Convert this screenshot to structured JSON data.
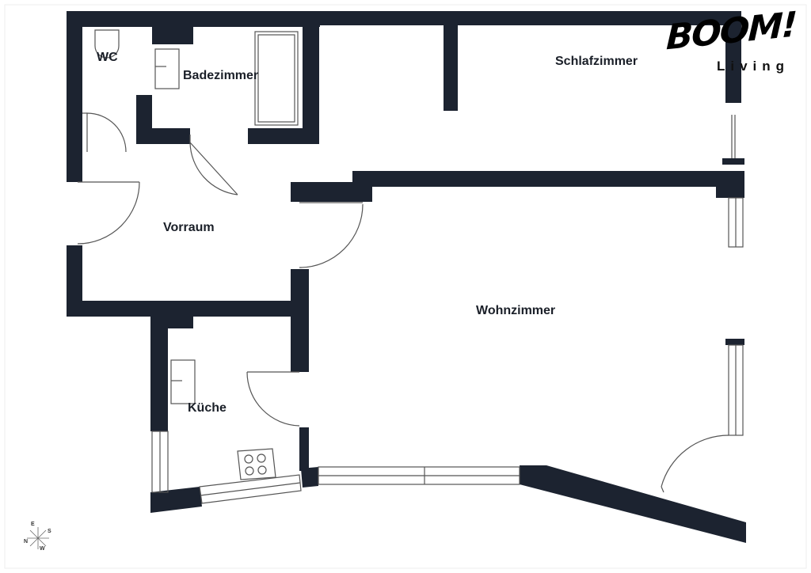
{
  "rooms": {
    "wc": "WC",
    "bad": "Badezimmer",
    "schlaf": "Schlafzimmer",
    "vorraum": "Vorraum",
    "wohn": "Wohnzimmer",
    "kueche": "Küche"
  },
  "logo": {
    "main": "BOOM!",
    "sub": "Living"
  },
  "compass": {
    "e": "E",
    "s": "S",
    "n": "N",
    "w": "W"
  },
  "colors": {
    "wall": "#1c2330",
    "line": "#555555"
  }
}
